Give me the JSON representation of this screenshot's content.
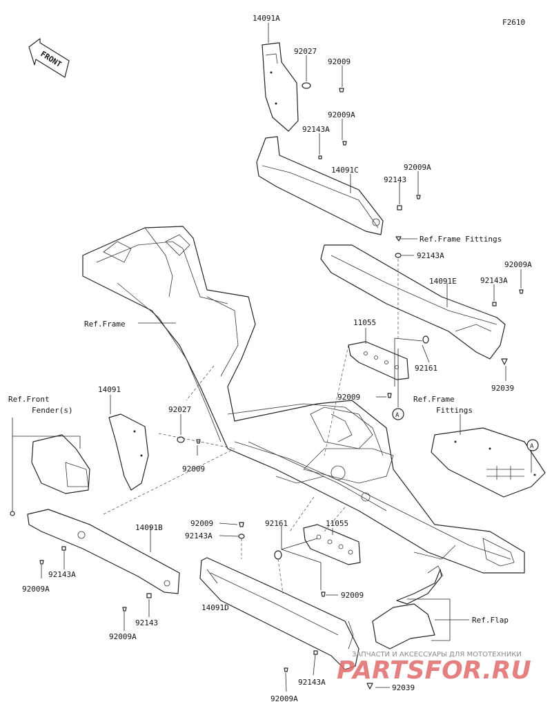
{
  "figure_code": "F2610",
  "front_marker": "FRONT",
  "labels": {
    "p14091A": "14091A",
    "p92027_top": "92027",
    "p92009_top": "92009",
    "p92009A_1": "92009A",
    "p92143A_1": "92143A",
    "p14091C": "14091C",
    "p92009A_2": "92009A",
    "p92143_1": "92143",
    "ref_frame_fittings_top": "Ref.Frame Fittings",
    "p92143A_2": "92143A",
    "p92009A_3": "92009A",
    "p14091E": "14091E",
    "p92143A_3": "92143A",
    "ref_frame": "Ref.Frame",
    "p11055_top": "11055",
    "p92161_top": "92161",
    "p92039_top": "92039",
    "p92009_mid": "92009",
    "circle_a_1": "A",
    "p14091": "14091",
    "p92027_left": "92027",
    "p92009_left": "92009",
    "ref_frame_fittings_right_1": "Ref.Frame",
    "ref_frame_fittings_right_2": "Fittings",
    "circle_a_2": "A",
    "ref_front_fender_1": "Ref.Front",
    "ref_front_fender_2": "Fender(s)",
    "p14091B": "14091B",
    "p92143A_4": "92143A",
    "p92009A_4": "92009A",
    "p92143_2": "92143",
    "p92009A_5": "92009A",
    "p92009_bot": "92009",
    "p92143A_5": "92143A",
    "p92161_bot": "92161",
    "p11055_bot": "11055",
    "p92009_bot2": "92009",
    "p14091D": "14091D",
    "ref_flap": "Ref.Flap",
    "p92143A_6": "92143A",
    "p92039_bot": "92039",
    "p92009A_6": "92009A"
  },
  "watermark": {
    "line1": "ЗАПЧАСТИ И АКСЕССУАРЫ ДЛЯ МОТОТЕХНИКИ",
    "line2": "PARTSFOR.RU"
  }
}
